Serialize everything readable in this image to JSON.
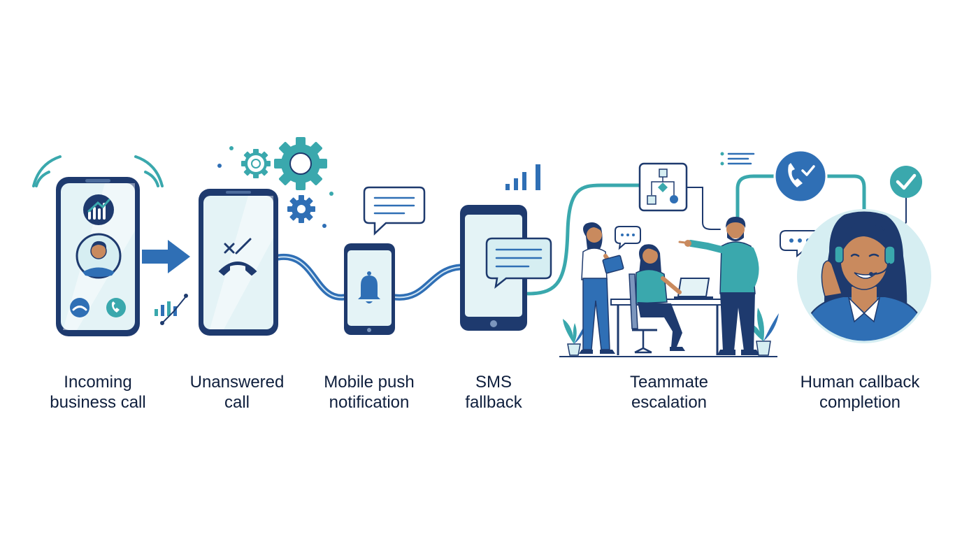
{
  "steps": [
    {
      "id": "incoming",
      "label": "Incoming\nbusiness call",
      "icon": "ringing-phone-icon"
    },
    {
      "id": "unanswered",
      "label": "Unanswered\ncall",
      "icon": "missed-call-icon"
    },
    {
      "id": "push",
      "label": "Mobile push\nnotification",
      "icon": "bell-icon"
    },
    {
      "id": "sms",
      "label": "SMS\nfallback",
      "icon": "chat-bubble-icon"
    },
    {
      "id": "escalation",
      "label": "Teammate\nescalation",
      "icon": "team-icon"
    },
    {
      "id": "callback",
      "label": "Human callback\ncompletion",
      "icon": "headset-agent-icon"
    }
  ],
  "colors": {
    "navy": "#1e3a6e",
    "blue": "#2f6fb5",
    "teal": "#3aa8ad",
    "light_teal": "#d6eef2",
    "screen": "#e4f3f6",
    "text": "#0f1f3d"
  }
}
